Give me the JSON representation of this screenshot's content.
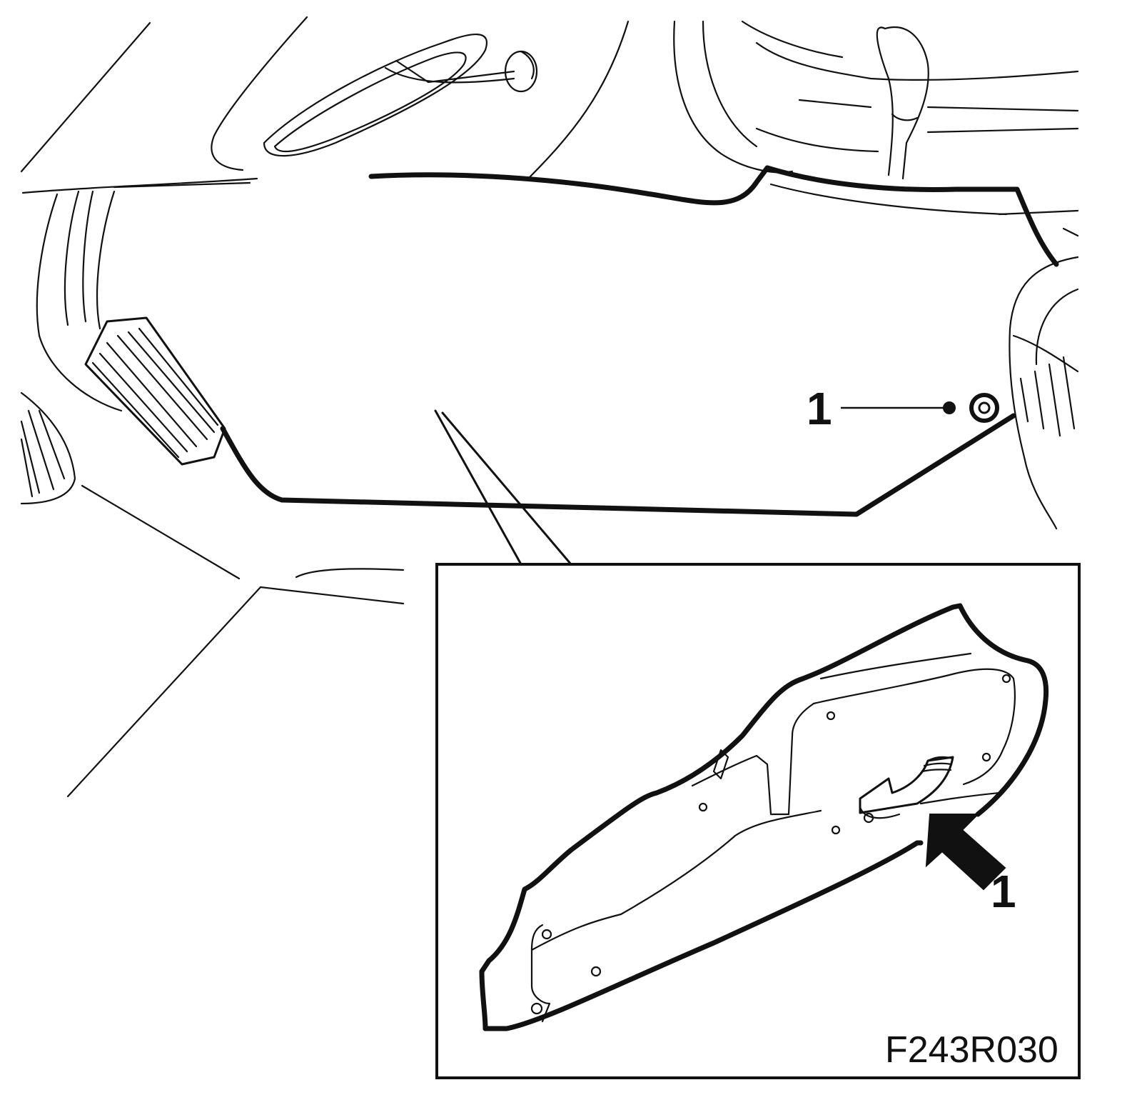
{
  "callouts": {
    "main_label": "1",
    "detail_label": "1"
  },
  "figure_code": "F243R030",
  "colors": {
    "line": "#111111",
    "background": "#ffffff"
  }
}
